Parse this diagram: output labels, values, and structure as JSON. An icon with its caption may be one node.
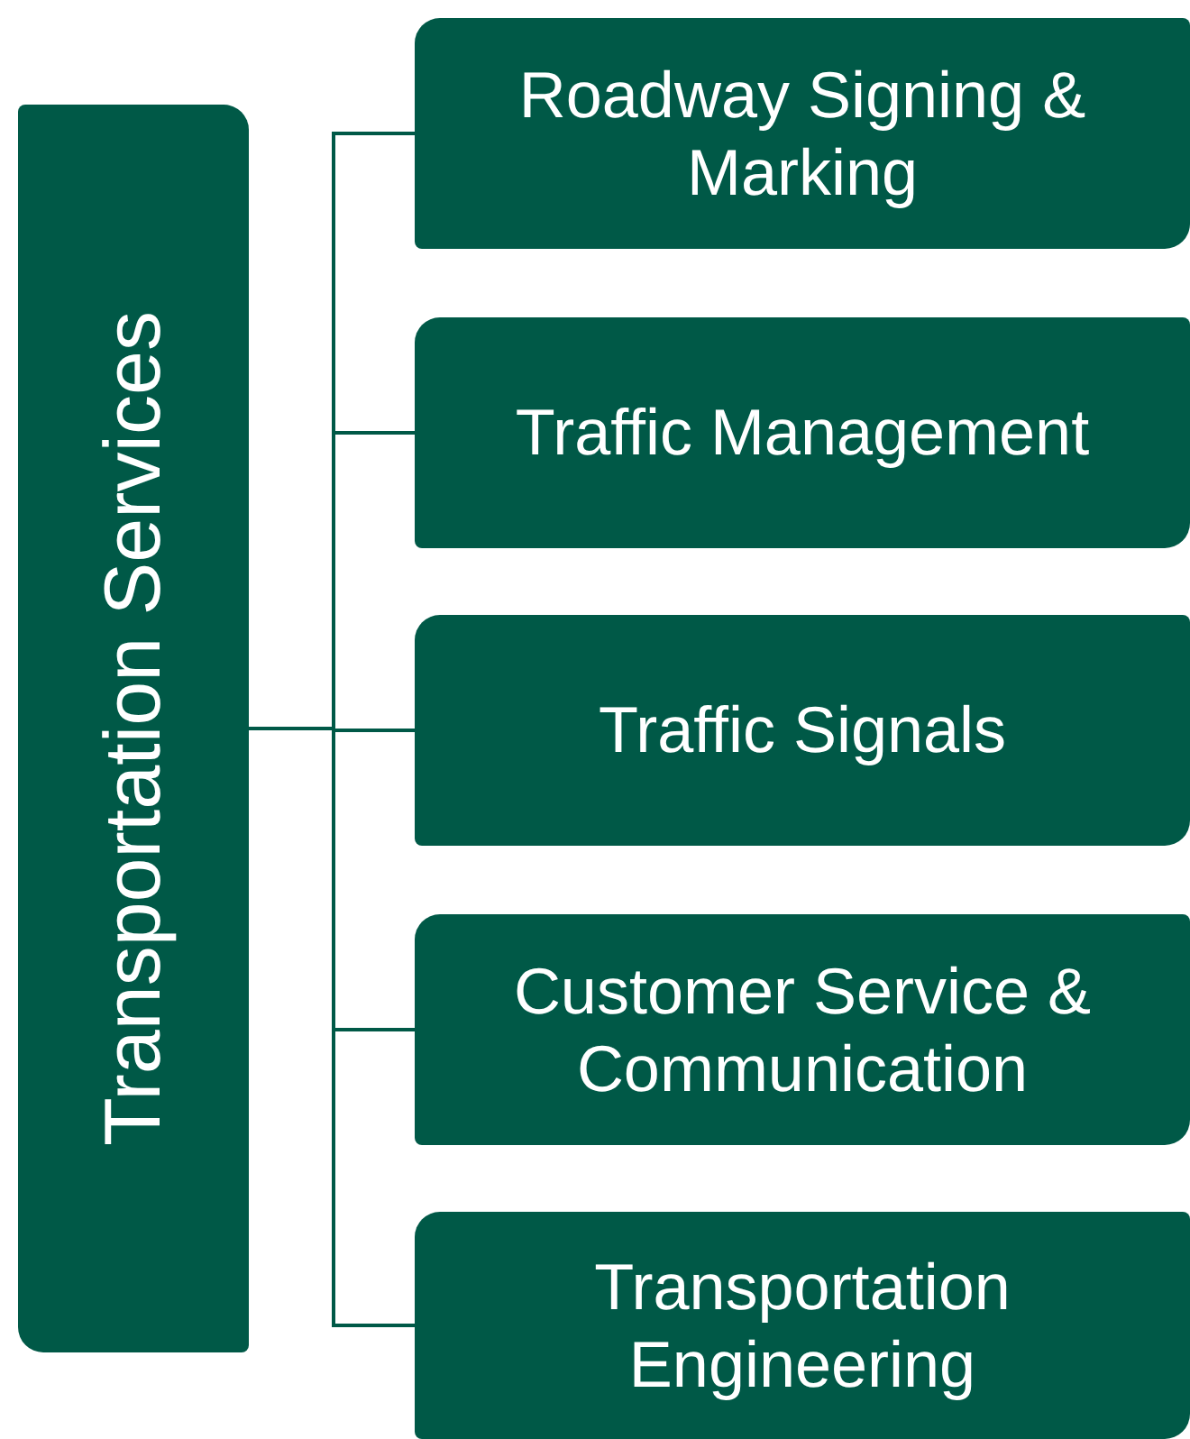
{
  "diagram": {
    "nodes": [
      {
        "text": [
          "Transportation Services"
        ]
      },
      {
        "text": [
          "Roadway Signing & Marking"
        ]
      },
      {
        "text": [
          "Traffic Management"
        ]
      },
      {
        "text": [
          "Traffic Signals"
        ]
      },
      {
        "text": [
          "Customer Service & Communication"
        ]
      },
      {
        "text": [
          "Transportation Engineering"
        ]
      }
    ],
    "edges": [
      {
        "from": 0,
        "to": 1,
        "arrow": "none"
      },
      {
        "from": 0,
        "to": 2,
        "arrow": "none"
      },
      {
        "from": 0,
        "to": 3,
        "arrow": "none"
      },
      {
        "from": 0,
        "to": 4,
        "arrow": "none"
      },
      {
        "from": 0,
        "to": 5,
        "arrow": "none"
      }
    ]
  }
}
